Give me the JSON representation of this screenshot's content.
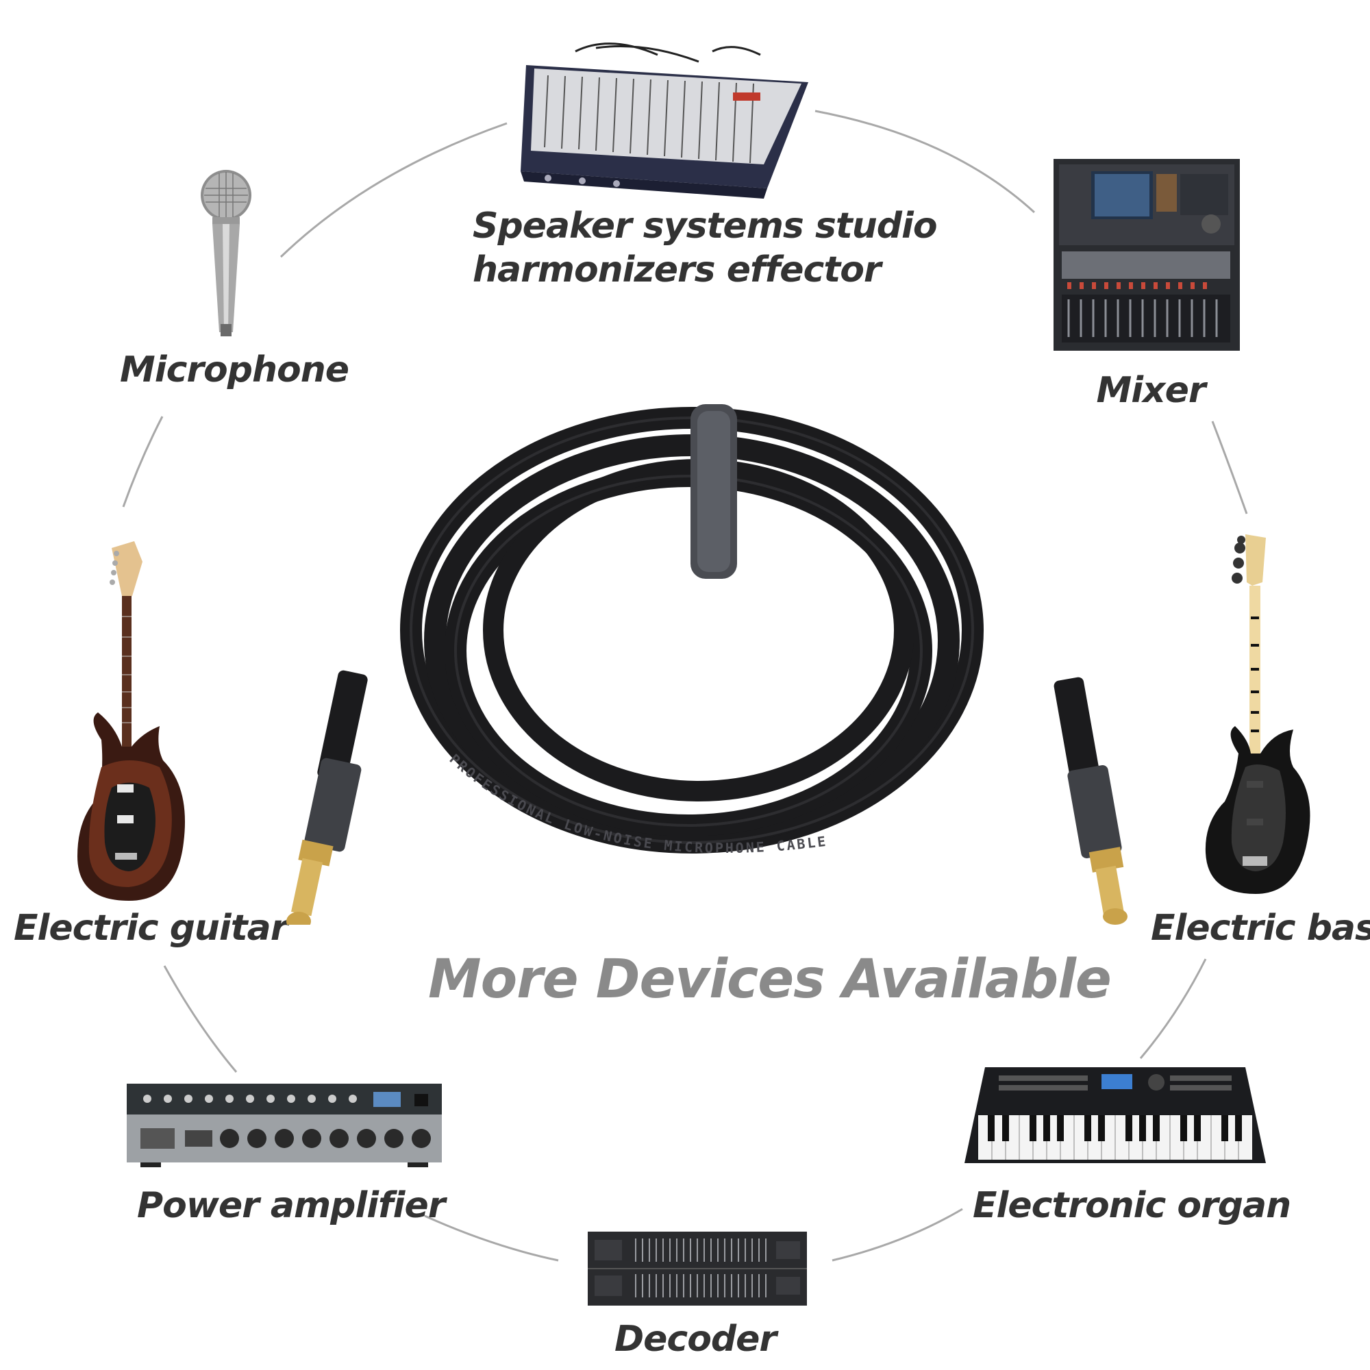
{
  "labels": {
    "speaker_line1": "Speaker systems studio",
    "speaker_line2": "harmonizers effector",
    "microphone": "Microphone",
    "mixer": "Mixer",
    "electric_guitar": "Electric guitar",
    "electric_bass": "Electric bass",
    "power_amplifier": "Power amplifier",
    "electronic_organ": "Electronic organ",
    "decoder": "Decoder"
  },
  "headline": "More Devices Available",
  "cable_print": "PROFESSIONAL   LOW-NOISE   MICROPHONE   CABLE",
  "colors": {
    "label_text": "#333333",
    "headline_text": "#8a8a8a",
    "connector_line": "#a8a8a8",
    "cable": "#1b1b1d",
    "plug_gold": "#c9a24a"
  },
  "icons": [
    "mixing-console-icon",
    "microphone-icon",
    "digital-mixer-icon",
    "electric-guitar-icon",
    "electric-bass-icon",
    "power-amplifier-icon",
    "keyboard-icon",
    "equalizer-rack-icon",
    "audio-cable-icon"
  ]
}
